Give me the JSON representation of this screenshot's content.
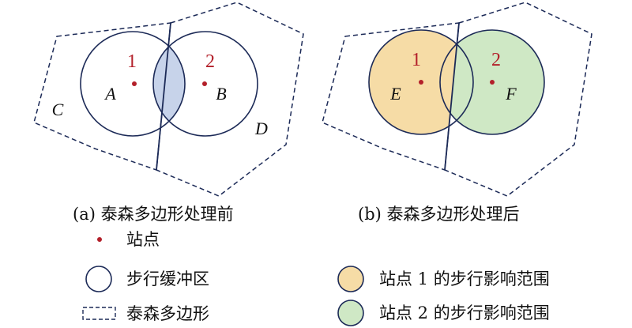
{
  "colors": {
    "outline": "#1c2a57",
    "station_dot": "#b3202a",
    "station_number": "#b3202a",
    "overlap_fill": "#c7d3ea",
    "station1_fill": "#f6dca6",
    "station2_fill": "#cfe8c5",
    "white": "#ffffff"
  },
  "panel_a": {
    "caption": "(a) 泰森多边形处理前",
    "station1_number": "1",
    "station2_number": "2",
    "region_labels": {
      "a": "A",
      "b": "B",
      "c": "C",
      "d": "D"
    }
  },
  "panel_b": {
    "caption": "(b) 泰森多边形处理后",
    "station1_number": "1",
    "station2_number": "2",
    "region_labels": {
      "e": "E",
      "f": "F"
    }
  },
  "legend": {
    "station": "站点",
    "buffer": "步行缓冲区",
    "thiessen_polygon": "泰森多边形",
    "station1_range": "站点 1 的步行影响范围",
    "station2_range": "站点 2 的步行影响范围"
  }
}
